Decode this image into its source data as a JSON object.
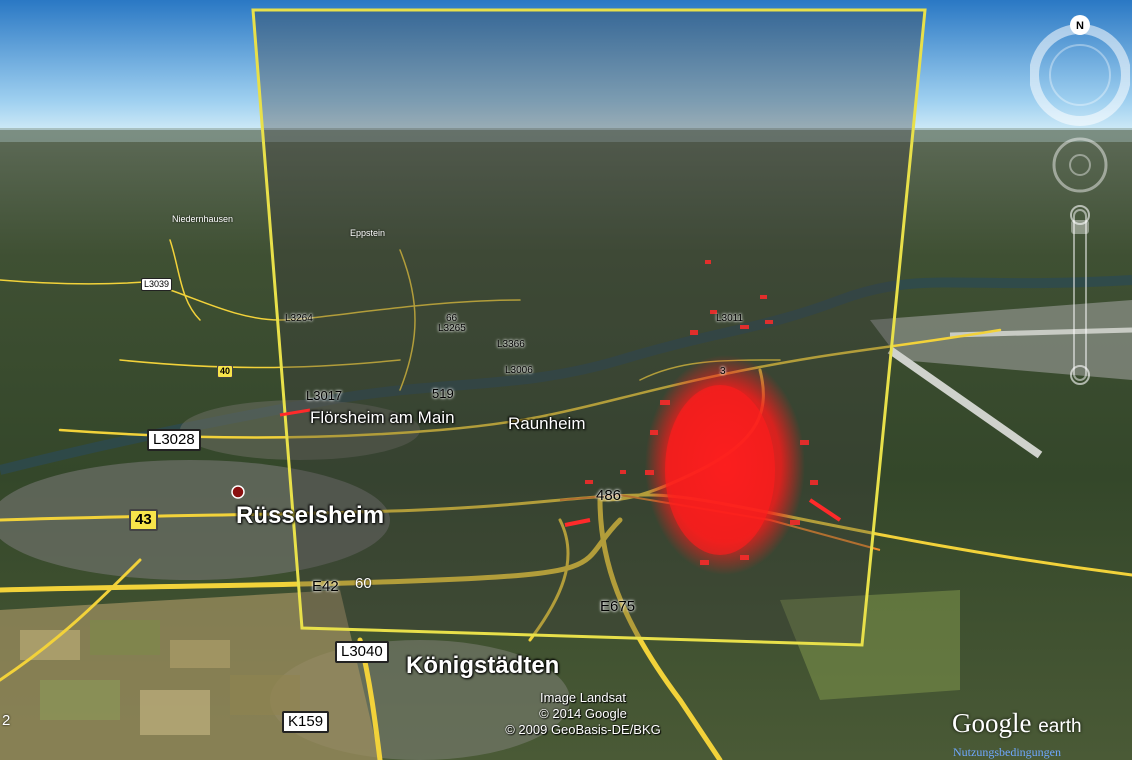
{
  "map": {
    "places": [
      {
        "id": "floersheim",
        "text": "Flörsheim am Main",
        "size": "med"
      },
      {
        "id": "raunheim",
        "text": "Raunheim",
        "size": "med"
      },
      {
        "id": "ruesselsheim",
        "text": "Rüsselsheim",
        "size": "big"
      },
      {
        "id": "koenigstaedten",
        "text": "Königstädten",
        "size": "big"
      },
      {
        "id": "eppstein",
        "text": "Eppstein",
        "size": "tiny"
      },
      {
        "id": "niedernhausen",
        "text": "Niedernhausen",
        "size": "tiny"
      }
    ],
    "road_shields": [
      {
        "id": "r40",
        "text": "40",
        "style": "yellow small"
      },
      {
        "id": "r43",
        "text": "43",
        "style": "yellow"
      },
      {
        "id": "rL3028",
        "text": "L3028",
        "style": "white"
      },
      {
        "id": "rL3040",
        "text": "L3040",
        "style": "white"
      },
      {
        "id": "rK159",
        "text": "K159",
        "style": "white"
      },
      {
        "id": "rL3039",
        "text": "L3039",
        "style": "white small"
      }
    ],
    "road_labels": [
      {
        "id": "e42",
        "text": "E42"
      },
      {
        "id": "n60",
        "text": "60"
      },
      {
        "id": "n486",
        "text": "486"
      },
      {
        "id": "e675",
        "text": "E675"
      },
      {
        "id": "n519",
        "text": "519"
      },
      {
        "id": "l3017",
        "text": "L3017"
      },
      {
        "id": "l3006",
        "text": "L3006"
      },
      {
        "id": "l3366",
        "text": "L3366"
      },
      {
        "id": "l3265",
        "text": "L3265"
      },
      {
        "id": "l3011",
        "text": "L3011"
      },
      {
        "id": "l3264",
        "text": "L3264"
      },
      {
        "id": "n66",
        "text": "66"
      },
      {
        "id": "n3",
        "text": "3"
      },
      {
        "id": "n2",
        "text": "2"
      }
    ]
  },
  "credits": {
    "line1": "Image Landsat",
    "line2": "© 2014 Google",
    "line3": "© 2009 GeoBasis-DE/BKG"
  },
  "brand": {
    "logo": "Google",
    "product": "earth",
    "terms": "Nutzungsbedingungen"
  },
  "navigation": {
    "north_label": "N"
  },
  "colors": {
    "sky": "#3a8fd0",
    "overlay_border": "#e8e04a",
    "points": "#ff1a1a",
    "roads": "#f2d23a"
  },
  "icons": [
    "compass-icon",
    "look-joystick-icon",
    "move-joystick-icon",
    "zoom-slider-icon"
  ]
}
